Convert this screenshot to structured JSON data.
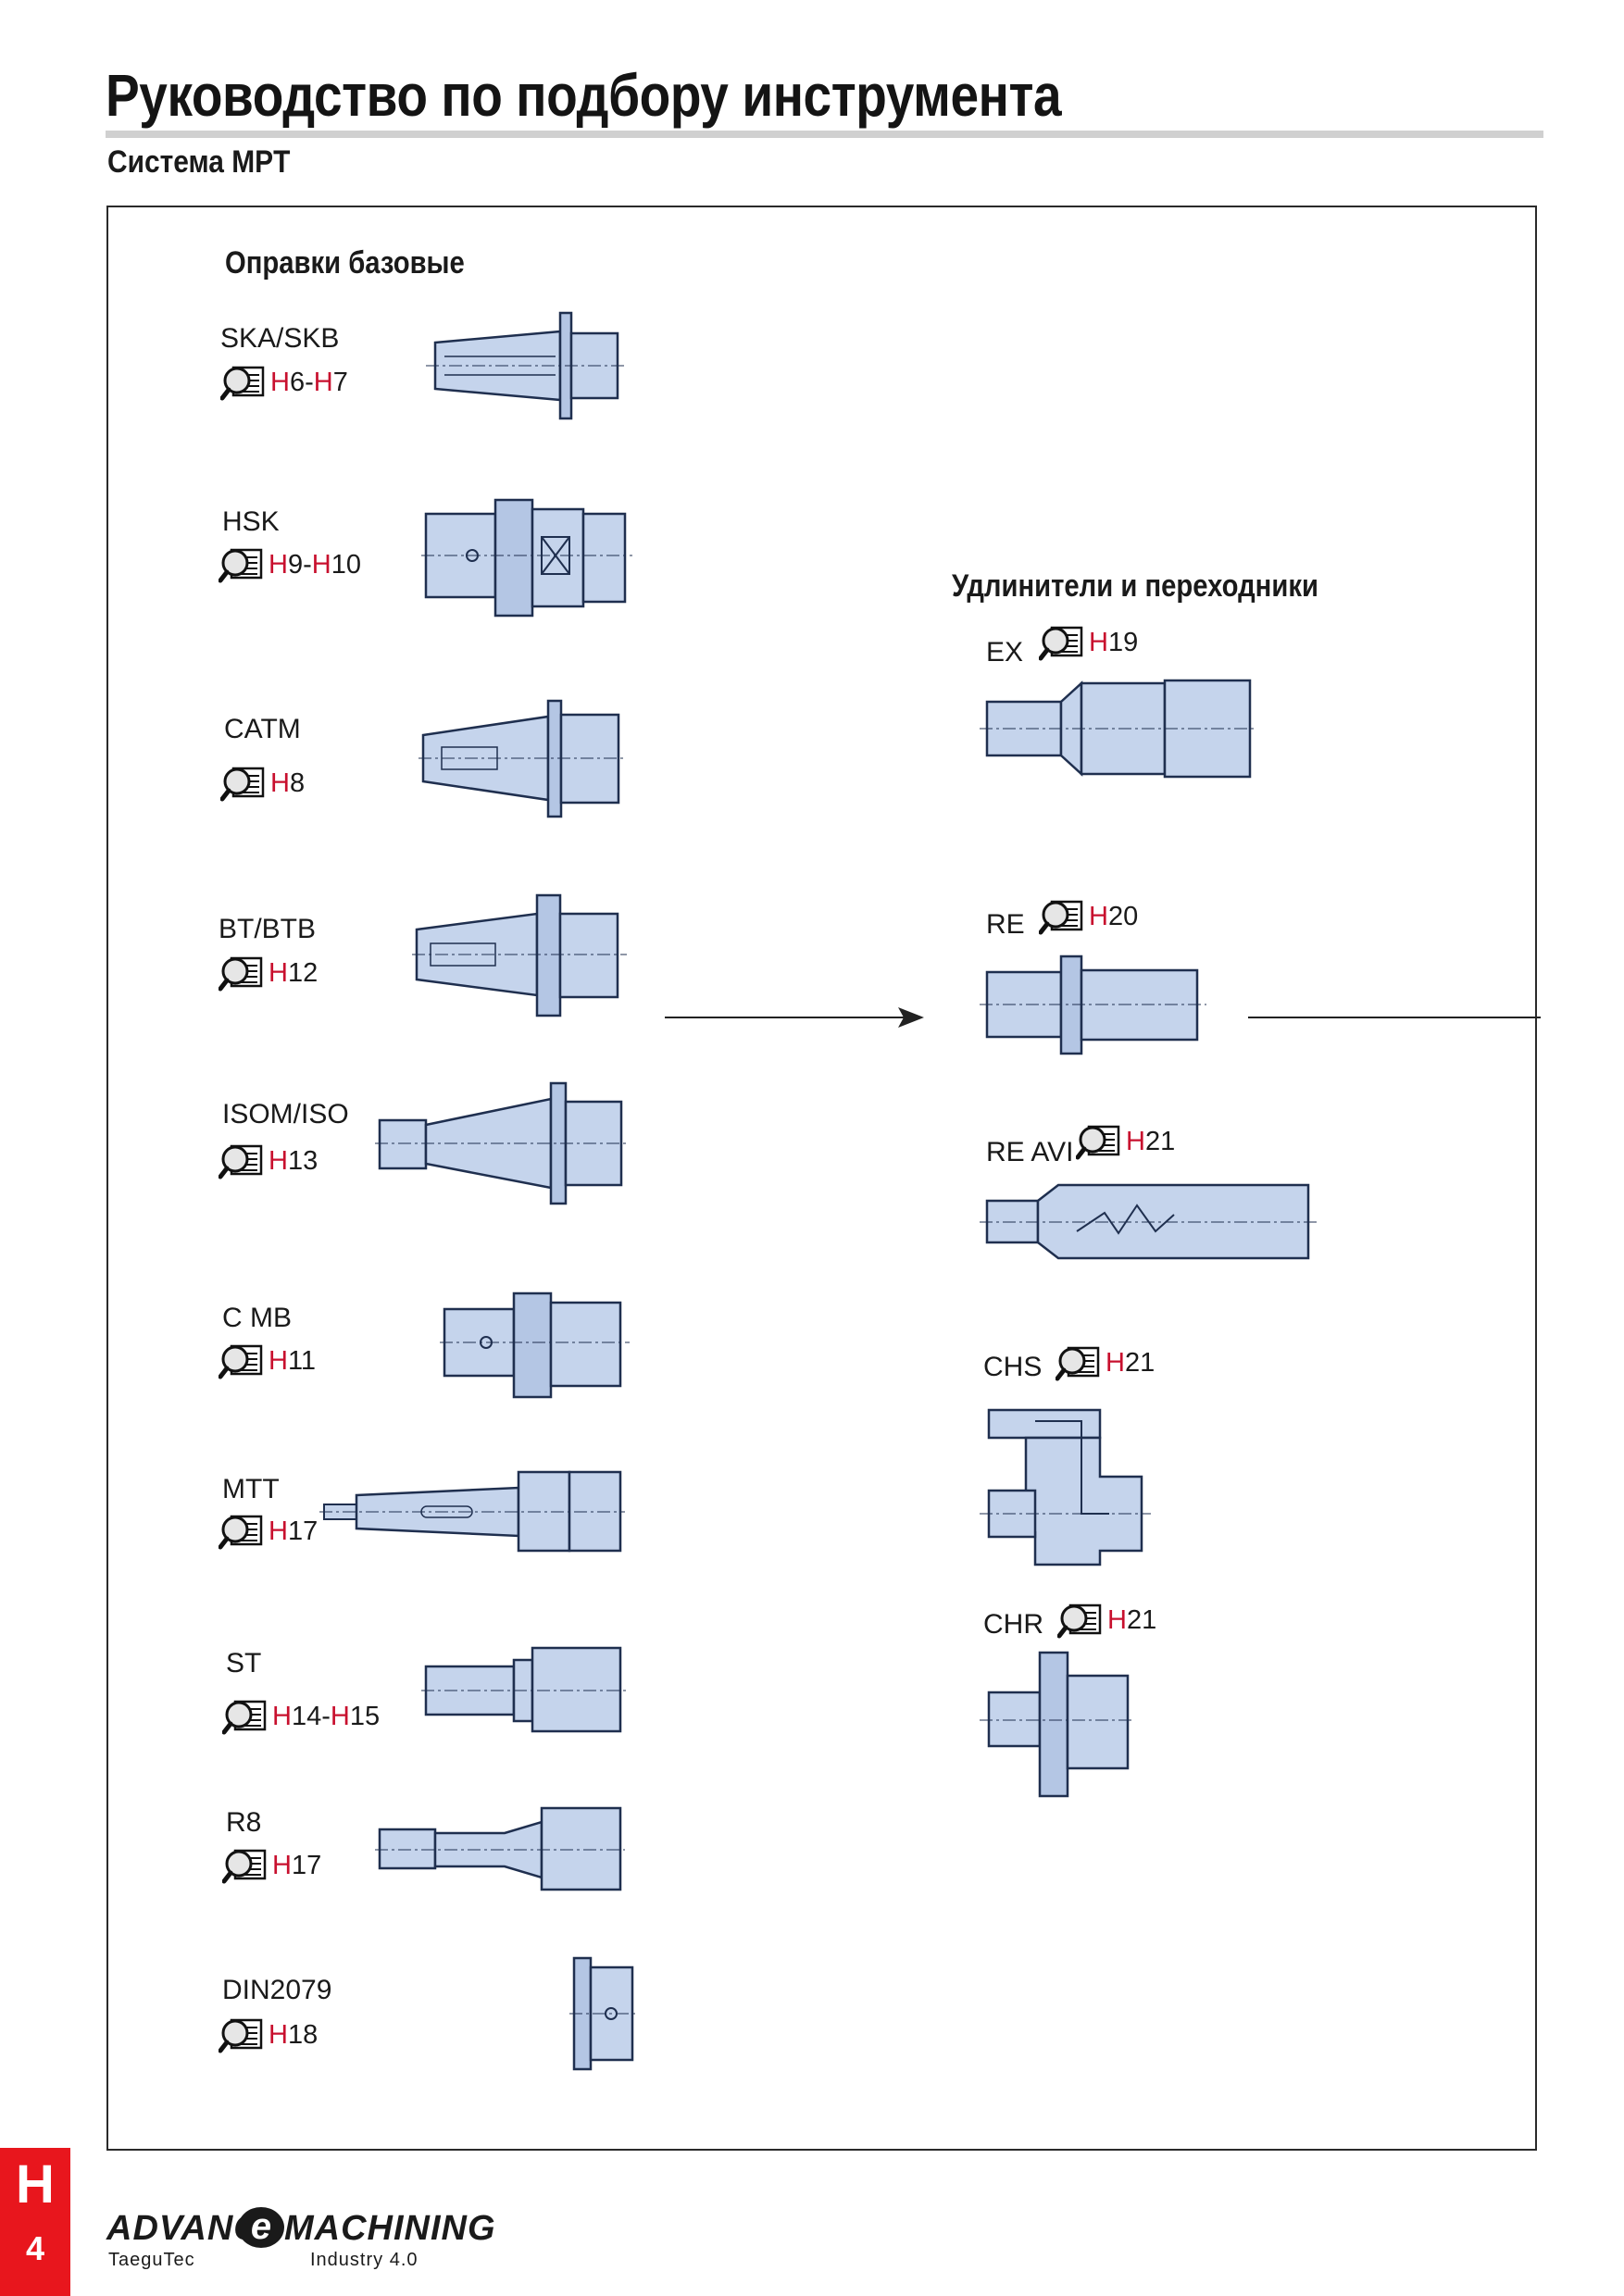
{
  "header": {
    "title": "Руководство по подбору инструмента",
    "subtitle": "Система MPT"
  },
  "left_section": {
    "heading": "Оправки базовые",
    "items": [
      {
        "name": "SKA/SKB",
        "ref": {
          "a": "H",
          "a_num": "6",
          "sep": "-",
          "b": "H",
          "b_num": "7"
        }
      },
      {
        "name": "HSK",
        "ref": {
          "a": "H",
          "a_num": "9",
          "sep": "-",
          "b": "H",
          "b_num": "10"
        }
      },
      {
        "name": "CATM",
        "ref": {
          "a": "H",
          "a_num": "8"
        }
      },
      {
        "name": "BT/BTB",
        "ref": {
          "a": "H",
          "a_num": "12"
        }
      },
      {
        "name": "ISOM/ISO",
        "ref": {
          "a": "H",
          "a_num": "13"
        }
      },
      {
        "name": "C MB",
        "ref": {
          "a": "H",
          "a_num": "11"
        }
      },
      {
        "name": "MTT",
        "ref": {
          "a": "H",
          "a_num": "17"
        }
      },
      {
        "name": "ST",
        "ref": {
          "a": "H",
          "a_num": "14",
          "sep": "-",
          "b": "H",
          "b_num": "15"
        }
      },
      {
        "name": "R8",
        "ref": {
          "a": "H",
          "a_num": "17"
        }
      },
      {
        "name": "DIN2079",
        "ref": {
          "a": "H",
          "a_num": "18"
        }
      }
    ]
  },
  "right_section": {
    "heading": "Удлинители и переходники",
    "items": [
      {
        "name": "EX",
        "ref": {
          "a": "H",
          "a_num": "19"
        }
      },
      {
        "name": "RE",
        "ref": {
          "a": "H",
          "a_num": "20"
        }
      },
      {
        "name": "RE AVI",
        "ref": {
          "a": "H",
          "a_num": "21"
        }
      },
      {
        "name": "CHS",
        "ref": {
          "a": "H",
          "a_num": "21"
        }
      },
      {
        "name": "CHR",
        "ref": {
          "a": "H",
          "a_num": "21"
        }
      }
    ]
  },
  "footer": {
    "section_letter": "H",
    "page_number": "4",
    "brand_part1": "ADVANC",
    "brand_e": "e",
    "brand_part2": "MACHINING",
    "brand_company": "TaeguTec",
    "brand_tagline": "Industry 4.0"
  },
  "colors": {
    "ref_letter": "#c8102e",
    "tool_fill": "#c5d4ec",
    "tool_stroke": "#1f2f4f",
    "tab_red": "#e8161d"
  },
  "icons": {
    "catalog_ref": "magnifier-catalog-icon"
  }
}
